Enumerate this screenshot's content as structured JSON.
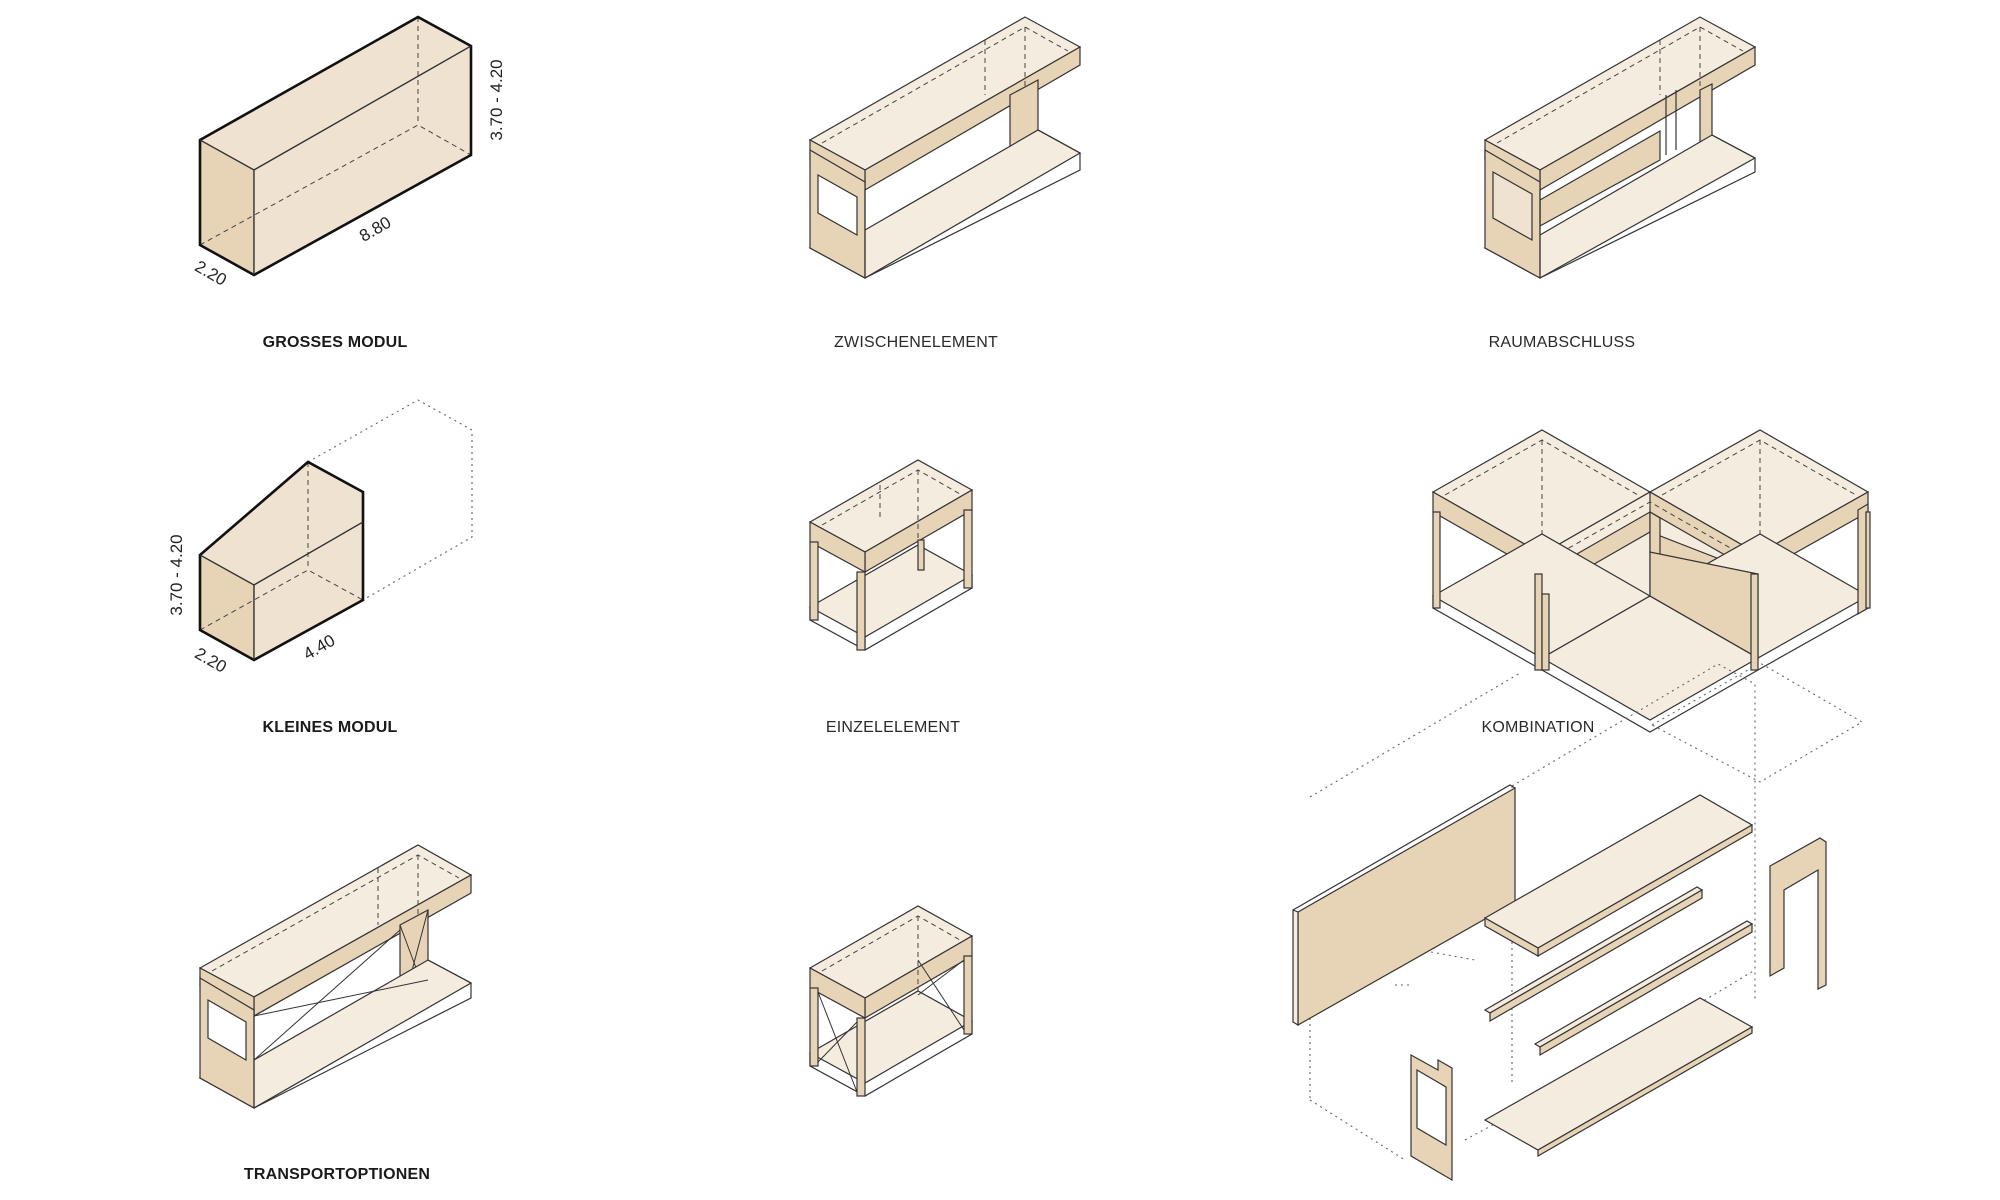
{
  "captions": {
    "grosses_modul": "GROSSES MODUL",
    "zwischenelement": "ZWISCHENELEMENT",
    "raumabschluss": "RAUMABSCHLUSS",
    "kleines_modul": "KLEINES MODUL",
    "einzelelement": "EINZELELEMENT",
    "kombination": "KOMBINATION",
    "transportoptionen": "TRANSPORTOPTIONEN"
  },
  "dimensions": {
    "large_height": "3.70 - 4.20",
    "large_length": "8.80",
    "large_depth": "2.20",
    "small_height": "3.70 - 4.20",
    "small_length": "4.40",
    "small_depth": "2.20"
  },
  "colors": {
    "wood_light": "#efe2d0",
    "wood_mid": "#e7d3b6",
    "wood_pale": "#f5ece0",
    "line": "#333333"
  }
}
